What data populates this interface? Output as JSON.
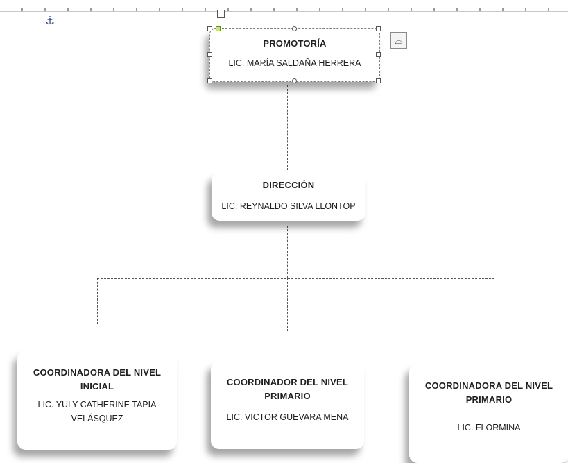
{
  "orgchart": {
    "promotoria": {
      "title": "PROMOTORÍA",
      "name": "LIC. MARÍA SALDAÑA HERRERA"
    },
    "direccion": {
      "title": "DIRECCIÓN",
      "name": "LIC. REYNALDO SILVA LLONTOP"
    },
    "coordinators": [
      {
        "title": "COORDINADORA DEL NIVEL INICIAL",
        "name": "LIC. YULY CATHERINE TAPIA VELÁSQUEZ"
      },
      {
        "title": "COORDINADOR DEL NIVEL PRIMARIO",
        "name": "LIC. VICTOR GUEVARA MENA"
      },
      {
        "title": "COORDINADORA DEL NIVEL PRIMARIO",
        "name": "LIC. FLORMINA"
      }
    ]
  },
  "icons": {
    "anchor": "anchor-icon",
    "layout_options": "layout-options-icon"
  }
}
